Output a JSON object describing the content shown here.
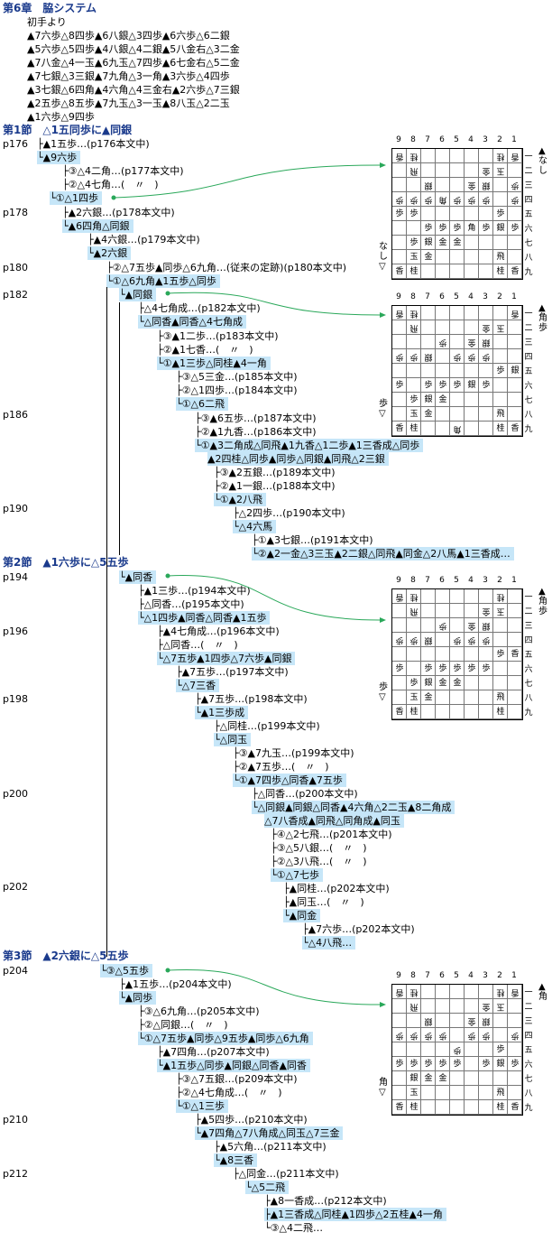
{
  "chapter": "第6章　脇システム",
  "opening_label": "初手より",
  "opening_moves": [
    "▲7六歩△8四歩▲6八銀△3四歩▲6六歩△6二銀",
    "▲5六歩△5四歩▲4八銀△4二銀▲5八金右△3二金",
    "▲7八金△4一玉▲6九玉△7四歩▲6七金右△5二金",
    "▲7七銀△3三銀▲7九角△3一角▲3六歩△4四歩",
    "▲3七銀△6四角▲4六角△4三金右▲2六歩△7三銀",
    "▲2五歩△8五歩▲7九玉△3一玉▲8八玉△2二玉",
    "▲1六歩△9四歩"
  ],
  "sections": [
    {
      "title": "第1節　△1五同歩に▲同銀"
    },
    {
      "title": "第2節　▲1六歩に△5五歩"
    },
    {
      "title": "第3節　▲2六銀に△5五歩"
    }
  ],
  "page_refs": [
    "p176",
    "p178",
    "p180",
    "p182",
    "p186",
    "p190",
    "p194",
    "p196",
    "p198",
    "p200",
    "p202",
    "p204",
    "p210",
    "p212"
  ],
  "nodes": [
    {
      "t": "▲1五歩…(p176本文中)",
      "hl": false
    },
    {
      "t": "▲9六歩",
      "hl": true
    },
    {
      "t": "③△4二角…(p177本文中)",
      "hl": false
    },
    {
      "t": "②△4七角…(　〃　)",
      "hl": false
    },
    {
      "t": "①△1四歩",
      "hl": true
    },
    {
      "t": "▲2六銀…(p178本文中)",
      "hl": false
    },
    {
      "t": "▲6四角△同銀",
      "hl": true
    },
    {
      "t": "▲4六銀…(p179本文中)",
      "hl": false
    },
    {
      "t": "▲2六銀",
      "hl": true
    },
    {
      "t": "②△7五歩▲同歩△6九角…(従来の定跡)(p180本文中)",
      "hl": false
    },
    {
      "t": "①△6九角▲1五歩△同歩",
      "hl": true
    },
    {
      "t": "▲同銀",
      "hl": true
    },
    {
      "t": "△4七角成…(p182本文中)",
      "hl": false
    },
    {
      "t": "△同香▲同香△4七角成",
      "hl": true
    },
    {
      "t": "③▲1二歩…(p183本文中)",
      "hl": false
    },
    {
      "t": "②▲1七香…(　〃　)",
      "hl": false
    },
    {
      "t": "①▲1三歩△同桂▲4一角",
      "hl": true
    },
    {
      "t": "③△5三金…(p185本文中)",
      "hl": false
    },
    {
      "t": "②△1四歩…(p184本文中)",
      "hl": false
    },
    {
      "t": "①△6二飛",
      "hl": true
    },
    {
      "t": "③▲6五歩…(p187本文中)",
      "hl": false
    },
    {
      "t": "②▲1九香…(p186本文中)",
      "hl": false
    },
    {
      "t": "①▲3二角成△同飛▲1九香△1二歩▲1三香成△同歩",
      "hl": true
    },
    {
      "t": "▲2四桂△同歩▲同歩△同銀▲同飛△2三銀",
      "hl": true
    },
    {
      "t": "③▲2五銀…(p189本文中)",
      "hl": false
    },
    {
      "t": "②▲1一銀…(p188本文中)",
      "hl": false
    },
    {
      "t": "①▲2八飛",
      "hl": true
    },
    {
      "t": "△2四歩…(p190本文中)",
      "hl": false
    },
    {
      "t": "△4六馬",
      "hl": true
    },
    {
      "t": "①▲3七銀…(p191本文中)",
      "hl": false
    },
    {
      "t": "②▲2一金△3三玉▲2二銀△同飛▲同金△2八馬▲1三香成…",
      "hl": true
    },
    {
      "t": "▲同香",
      "hl": true
    },
    {
      "t": "▲1三歩…(p194本文中)",
      "hl": false
    },
    {
      "t": "△同香…(p195本文中)",
      "hl": false
    },
    {
      "t": "△1四歩▲同香△同香▲1五歩",
      "hl": true
    },
    {
      "t": "▲4七角成…(p196本文中)",
      "hl": false
    },
    {
      "t": "△同香…(　〃　)",
      "hl": false
    },
    {
      "t": "△7五歩▲1四歩△7六歩▲同銀",
      "hl": true
    },
    {
      "t": "▲7五歩…(p197本文中)",
      "hl": false
    },
    {
      "t": "△7三香",
      "hl": true
    },
    {
      "t": "▲7五歩…(p198本文中)",
      "hl": false
    },
    {
      "t": "▲1三歩成",
      "hl": true
    },
    {
      "t": "△同桂…(p199本文中)",
      "hl": false
    },
    {
      "t": "△同玉",
      "hl": true
    },
    {
      "t": "③▲7九玉…(p199本文中)",
      "hl": false
    },
    {
      "t": "②▲7五歩…(　〃　)",
      "hl": false
    },
    {
      "t": "①▲7四歩△同香▲7五歩",
      "hl": true
    },
    {
      "t": "△同香…(p200本文中)",
      "hl": false
    },
    {
      "t": "△同銀▲同銀△同香▲4六角△2二玉▲8二角成",
      "hl": true
    },
    {
      "t": "△7八香成▲同飛△同角成▲同玉",
      "hl": true
    },
    {
      "t": "④△2七飛…(p201本文中)",
      "hl": false
    },
    {
      "t": "③△5八銀…(　〃　)",
      "hl": false
    },
    {
      "t": "②△3八飛…(　〃　)",
      "hl": false
    },
    {
      "t": "①△7七歩",
      "hl": true
    },
    {
      "t": "▲同桂…(p202本文中)",
      "hl": false
    },
    {
      "t": "▲同玉…(　〃　)",
      "hl": false
    },
    {
      "t": "▲同金",
      "hl": true
    },
    {
      "t": "▲7六歩…(p202本文中)",
      "hl": false
    },
    {
      "t": "△4八飛…",
      "hl": true
    },
    {
      "t": "③△5五歩",
      "hl": true
    },
    {
      "t": "▲1五歩…(p204本文中)",
      "hl": false
    },
    {
      "t": "▲同歩",
      "hl": true
    },
    {
      "t": "③△6九角…(p205本文中)",
      "hl": false
    },
    {
      "t": "②△同銀…(　〃　)",
      "hl": false
    },
    {
      "t": "①△7五歩▲同歩△9五歩▲同歩△6九角",
      "hl": true
    },
    {
      "t": "▲7四角…(p207本文中)",
      "hl": false
    },
    {
      "t": "▲1五歩△同歩▲同銀△同香▲同香",
      "hl": true
    },
    {
      "t": "③△7五銀…(p209本文中)",
      "hl": false
    },
    {
      "t": "②△4七角成…(　〃　)",
      "hl": false
    },
    {
      "t": "①△1三歩",
      "hl": true
    },
    {
      "t": "▲5四歩…(p210本文中)",
      "hl": false
    },
    {
      "t": "▲7四角△7八角成△同玉△7三金",
      "hl": true
    },
    {
      "t": "▲5六角…(p211本文中)",
      "hl": false
    },
    {
      "t": "▲8三香",
      "hl": true
    },
    {
      "t": "△同金…(p211本文中)",
      "hl": false
    },
    {
      "t": "△5二飛",
      "hl": true
    },
    {
      "t": "▲8一香成…(p212本文中)",
      "hl": false
    },
    {
      "t": "▲1三香成△同桂▲1四歩△2五桂▲4一角",
      "hl": true
    },
    {
      "t": "③△4二飛…",
      "hl": false
    },
    {
      "t": "②△6二飛…",
      "hl": false
    },
    {
      "t": "①△5五飛…",
      "hl": false
    }
  ],
  "boards": [
    {
      "files": [
        "9",
        "8",
        "7",
        "6",
        "5",
        "4",
        "3",
        "2",
        "1"
      ],
      "ranks": [
        "一",
        "二",
        "三",
        "四",
        "五",
        "六",
        "七",
        "八",
        "九"
      ],
      "gote_hand": "なし",
      "sente_hand": "なし"
    },
    {
      "files": [
        "9",
        "8",
        "7",
        "6",
        "5",
        "4",
        "3",
        "2",
        "1"
      ],
      "ranks": [
        "一",
        "二",
        "三",
        "四",
        "五",
        "六",
        "七",
        "八",
        "九"
      ],
      "gote_hand": "角歩",
      "sente_hand": "歩"
    },
    {
      "files": [
        "9",
        "8",
        "7",
        "6",
        "5",
        "4",
        "3",
        "2",
        "1"
      ],
      "ranks": [
        "一",
        "二",
        "三",
        "四",
        "五",
        "六",
        "七",
        "八",
        "九"
      ],
      "gote_hand": "角歩",
      "sente_hand": "歩"
    },
    {
      "files": [
        "9",
        "8",
        "7",
        "6",
        "5",
        "4",
        "3",
        "2",
        "1"
      ],
      "ranks": [
        "一",
        "二",
        "三",
        "四",
        "五",
        "六",
        "七",
        "八",
        "九"
      ],
      "gote_hand": "角",
      "sente_hand": "角"
    }
  ],
  "colors": {
    "highlight": "#c6e6f8",
    "arrow": "#2aa85a",
    "heading": "#1a3a8c"
  }
}
